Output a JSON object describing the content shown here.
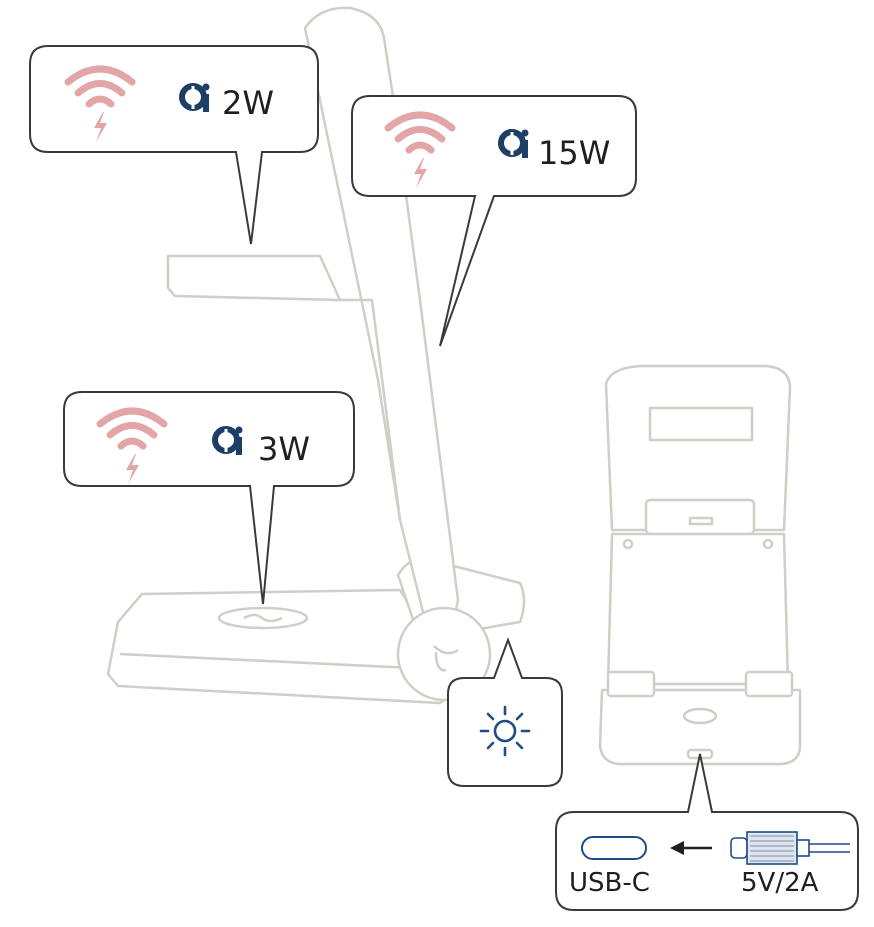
{
  "callouts": {
    "top_left": {
      "icon": "wireless-charging-icon",
      "standard_icon": "qi-logo-icon",
      "power": "2W"
    },
    "top_right": {
      "icon": "wireless-charging-icon",
      "standard_icon": "qi-logo-icon",
      "power": "15W"
    },
    "middle_left": {
      "icon": "wireless-charging-icon",
      "standard_icon": "qi-logo-icon",
      "power": "3W"
    },
    "led": {
      "icon": "led-light-icon"
    },
    "port": {
      "port_label": "USB-C",
      "input_label": "5V/2A",
      "icons": [
        "usb-c-port-icon",
        "arrow-left-icon",
        "usb-c-plug-icon"
      ]
    }
  },
  "colors": {
    "charge_pink": "#e3a6a6",
    "qi_blue": "#1d3f66",
    "led_blue": "#1d4c86",
    "outline": "#3a3a3a",
    "device_line": "#cfcfc8"
  }
}
